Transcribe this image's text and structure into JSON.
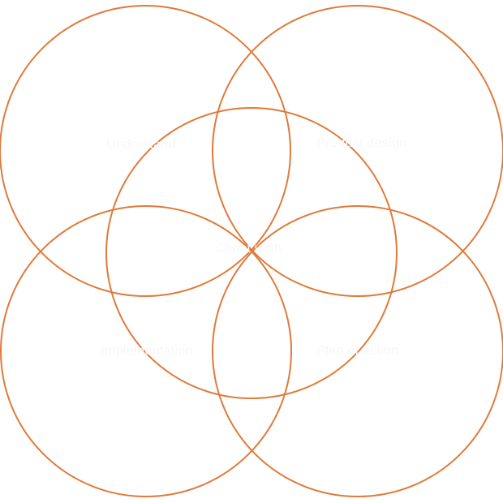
{
  "colors": {
    "ring_stroke": "#e07a3a",
    "label_text": "#f7f7f7",
    "background": "#ffffff"
  },
  "diagram": {
    "center_label": "Client wish",
    "petals": [
      {
        "id": "top-left",
        "label": "Understand"
      },
      {
        "id": "top-right",
        "label": "Product design"
      },
      {
        "id": "bottom-left",
        "label": "Implementation"
      },
      {
        "id": "bottom-right",
        "label": "Plan of action"
      }
    ]
  }
}
